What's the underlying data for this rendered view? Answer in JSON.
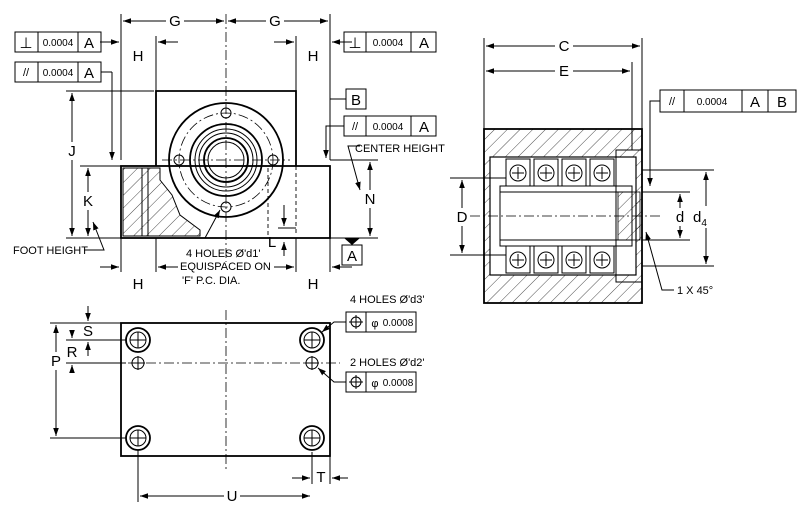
{
  "dims": {
    "G": "G",
    "H": "H",
    "J": "J",
    "K": "K",
    "L": "L",
    "N": "N",
    "P": "P",
    "R": "R",
    "S": "S",
    "T": "T",
    "U": "U",
    "C": "C",
    "E": "E",
    "D": "D",
    "d": "d",
    "d4": "d",
    "d4_sub": "4"
  },
  "datums": {
    "A": "A",
    "B": "B"
  },
  "fcf": {
    "perp_value": "0.0004",
    "parallel_value": "0.0004",
    "runout_value": "0.0004",
    "position_value": "0.0008",
    "symbols": {
      "perp": "⊥",
      "parallel": "//",
      "position": "⌖",
      "diameter": "φ"
    }
  },
  "notes": {
    "center_height": "CENTER HEIGHT",
    "foot_height": "FOOT HEIGHT",
    "holes_d1_line1": "4 HOLES Ø'd1'",
    "holes_d1_line2": "EQUISPACED ON",
    "holes_d1_line3": "'F' P.C. DIA.",
    "holes_d3": "4 HOLES Ø'd3'",
    "holes_d2": "2 HOLES Ø'd2'",
    "chamfer": "1 X 45°"
  }
}
